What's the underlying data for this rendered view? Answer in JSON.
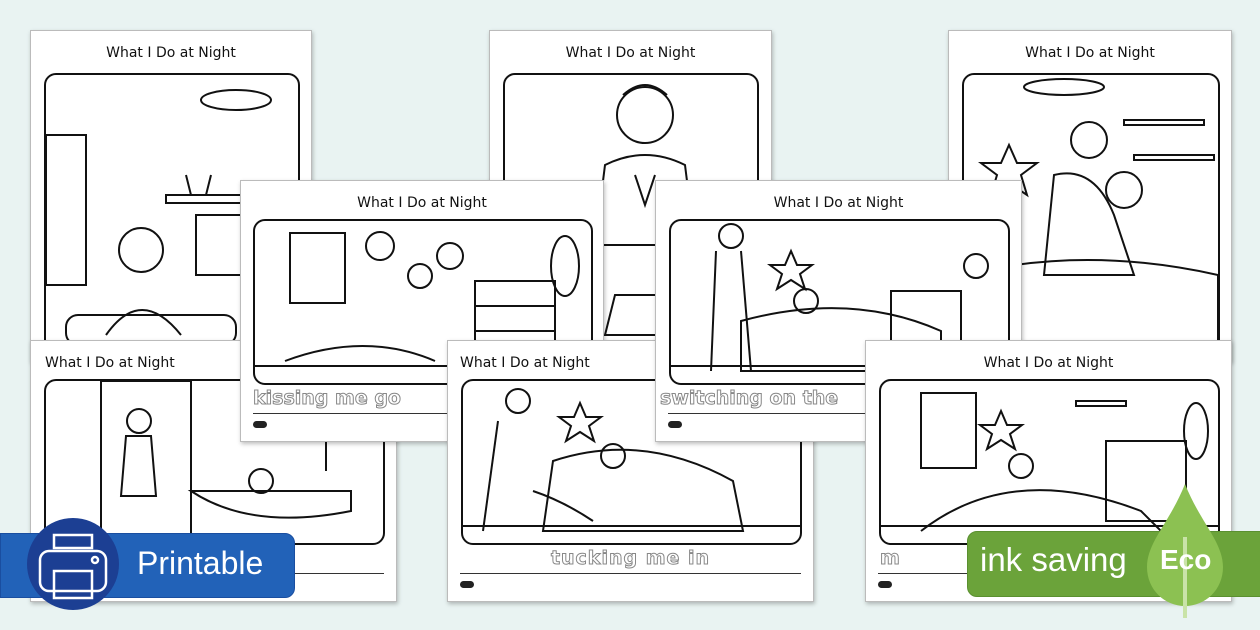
{
  "worksheet_title": "What I Do at Night",
  "pages": [
    {
      "title": "What I Do at Night",
      "caption": ""
    },
    {
      "title": "What I Do at Night",
      "caption": ""
    },
    {
      "title": "What I Do at Night",
      "caption": ""
    },
    {
      "title": "What I Do at Night",
      "caption": ""
    },
    {
      "title": "What I Do at Night",
      "caption": "kissing me go"
    },
    {
      "title": "What I Do at Night",
      "caption": "tucking me in"
    },
    {
      "title": "What I Do at Night",
      "caption": "switching on the"
    },
    {
      "title": "What I Do at Night",
      "caption": "m"
    }
  ],
  "badges": {
    "printable": {
      "label": "Printable",
      "icon": "printer-icon",
      "color": "#2262b8"
    },
    "eco": {
      "label": "ink saving",
      "tag": "Eco",
      "icon": "leaf-icon",
      "color": "#6ba33a"
    }
  },
  "colors": {
    "background": "#e9f3f2"
  }
}
